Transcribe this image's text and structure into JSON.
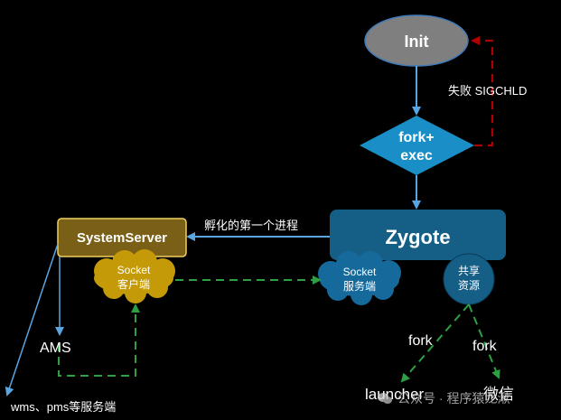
{
  "colors": {
    "background": "#000000",
    "init_fill": "#7f7f7f",
    "init_stroke": "#3f79b8",
    "fork_exec_fill": "#1a8fc7",
    "zygote_fill": "#155f86",
    "systemserver_fill": "#7a6016",
    "systemserver_border": "#f0d060",
    "socket_client_fill": "#c49a08",
    "socket_server_fill": "#156a9b",
    "shared_resource_fill": "#155f86",
    "blue_arrow": "#5aa5e0",
    "red_dashed": "#b00000",
    "green_dashed": "#2ea043"
  },
  "nodes": {
    "init": "Init",
    "fork_exec_line1": "fork+",
    "fork_exec_line2": "exec",
    "zygote": "Zygote",
    "system_server": "SystemServer",
    "socket_client_line1": "Socket",
    "socket_client_line2": "客户端",
    "socket_server_line1": "Socket",
    "socket_server_line2": "服务端",
    "shared_line1": "共享",
    "shared_line2": "资源",
    "ams": "AMS",
    "wms": "wms、pms等服务端",
    "launcher": "launcher",
    "wechat": "微信"
  },
  "labels": {
    "sigchld": "失败 SIGCHLD",
    "first_process": "孵化的第一个进程",
    "fork_left": "fork",
    "fork_right": "fork"
  },
  "watermark": {
    "icon": "wechat-icon",
    "text": "公众号 · 程序猿龙湫"
  }
}
